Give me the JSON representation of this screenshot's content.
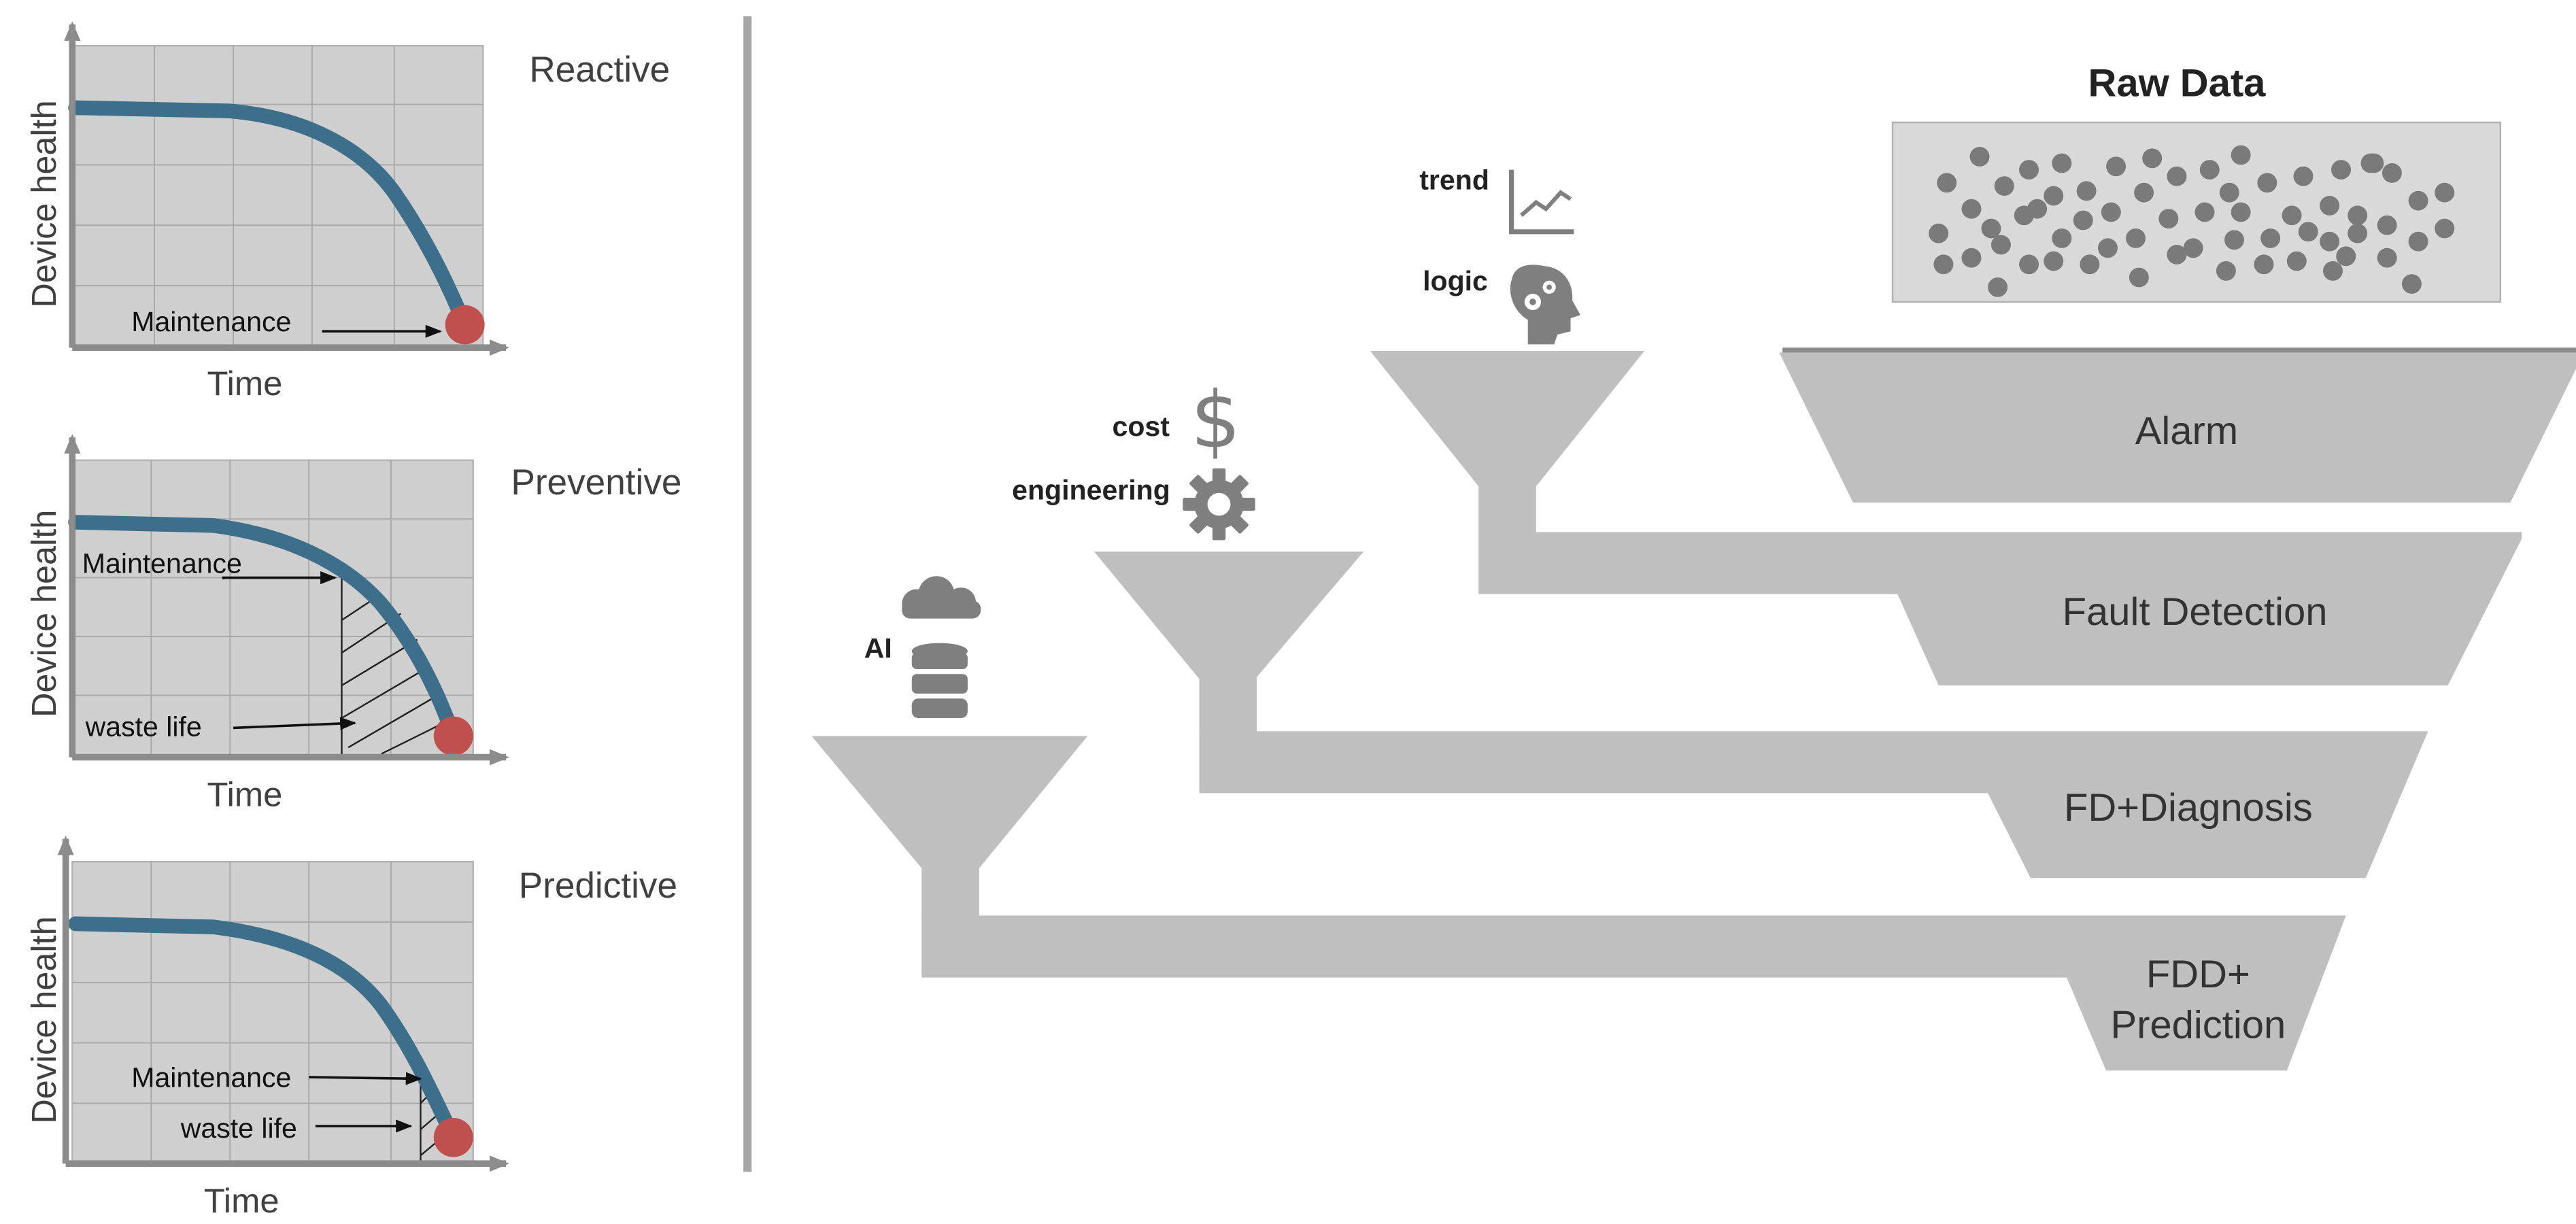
{
  "maintenance_strategies": {
    "reactive": {
      "title": "Reactive",
      "ylabel": "Device health",
      "xlabel": "Time",
      "annotations": [
        "Maintenance"
      ]
    },
    "preventive": {
      "title": "Preventive",
      "ylabel": "Device health",
      "xlabel": "Time",
      "annotations": [
        "Maintenance",
        "waste life"
      ]
    },
    "predictive": {
      "title": "Predictive",
      "ylabel": "Device health",
      "xlabel": "Time",
      "annotations": [
        "Maintenance",
        "waste life"
      ]
    }
  },
  "funnel_diagram": {
    "raw_data_title": "Raw Data",
    "inputs": {
      "trend": "trend",
      "logic": "logic",
      "cost": "cost",
      "engineering": "engineering",
      "ai": "AI"
    },
    "stages": {
      "alarm": "Alarm",
      "fault_detection": "Fault Detection",
      "fd_diagnosis": "FD+Diagnosis",
      "fdd_prediction_line1": "FDD+",
      "fdd_prediction_line2": "Prediction"
    }
  },
  "colors": {
    "background": "#ffffff",
    "chart_fill": "#cfcfcf",
    "grid": "#a9a9a9",
    "axis": "#8c8c8c",
    "curve": "#3d6e8a",
    "failure_dot": "#c0504d",
    "funnel": "#bfbfbf",
    "funnel_shadow": "#8a8a8a",
    "icon": "#7f7f7f",
    "text": "#404040",
    "divider": "#a6a6a6"
  },
  "icons": [
    "trend-chart-icon",
    "head-gears-icon",
    "dollar-icon",
    "gear-icon",
    "cloud-icon",
    "database-icon"
  ]
}
